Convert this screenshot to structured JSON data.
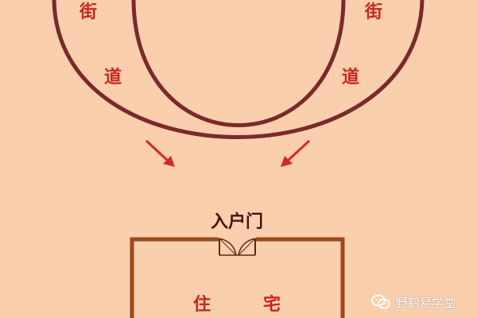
{
  "diagram": {
    "street_chars": [
      "街",
      "道"
    ],
    "entrance_label": "入户门",
    "house_chars": [
      "住",
      "宅"
    ]
  },
  "watermark": {
    "text": "野鹤易学堂",
    "icon": "wechat-icon"
  },
  "colors": {
    "background": "#f9cfad",
    "road_outline": "#7a2a2a",
    "text_red": "#c8281e",
    "arrow_red": "#d7262a",
    "label_dark": "#4a1010",
    "house_border": "#9a4a1c"
  }
}
